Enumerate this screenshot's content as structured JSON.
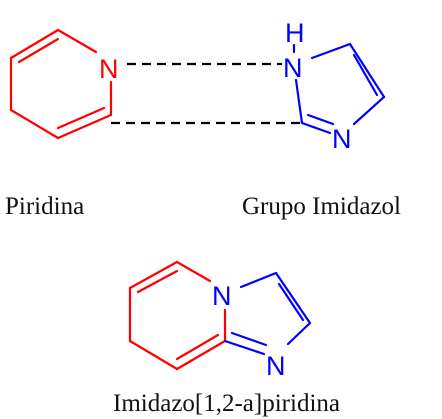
{
  "colors": {
    "pyridine": "#ff0000",
    "imidazole": "#0000ff",
    "dash": "#000000",
    "text": "#111111"
  },
  "top": {
    "pyridine_atom": "N",
    "imidazole_atom_nh": "N",
    "imidazole_atom_h": "H",
    "imidazole_atom_n": "N",
    "label_left": "Piridina",
    "label_right": "Grupo Imidazol"
  },
  "bottom": {
    "atom_n_bridge": "N",
    "atom_n": "N",
    "label": "Imidazo[1,2-a]piridina"
  }
}
